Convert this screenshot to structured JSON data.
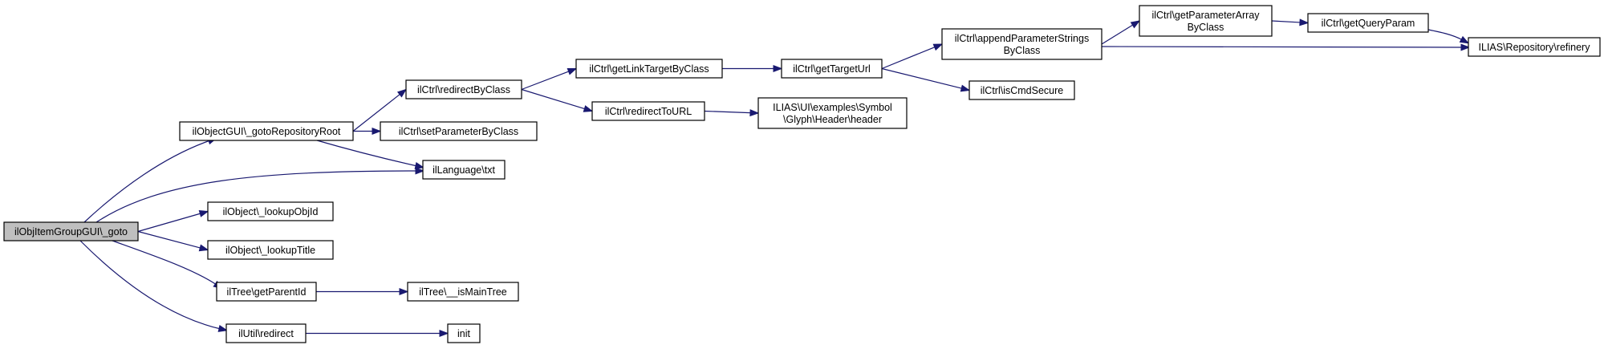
{
  "nodes": [
    {
      "id": "root",
      "lines": [
        "ilObjItemGroupGUI\\_goto"
      ],
      "root": true
    },
    {
      "id": "gotoRepo",
      "lines": [
        "ilObjectGUI\\_gotoRepositoryRoot"
      ]
    },
    {
      "id": "redirectByClass",
      "lines": [
        "ilCtrl\\redirectByClass"
      ]
    },
    {
      "id": "getLinkTargetByClass",
      "lines": [
        "ilCtrl\\getLinkTargetByClass"
      ]
    },
    {
      "id": "getTargetUrl",
      "lines": [
        "ilCtrl\\getTargetUrl"
      ]
    },
    {
      "id": "appendParam",
      "lines": [
        "ilCtrl\\appendParameterStrings",
        "ByClass"
      ]
    },
    {
      "id": "getParamArray",
      "lines": [
        "ilCtrl\\getParameterArray",
        "ByClass"
      ]
    },
    {
      "id": "getQueryParam",
      "lines": [
        "ilCtrl\\getQueryParam"
      ]
    },
    {
      "id": "refinery",
      "lines": [
        "ILIAS\\Repository\\refinery"
      ]
    },
    {
      "id": "isCmdSecure",
      "lines": [
        "ilCtrl\\isCmdSecure"
      ]
    },
    {
      "id": "redirectToURL",
      "lines": [
        "ilCtrl\\redirectToURL"
      ]
    },
    {
      "id": "header",
      "lines": [
        "ILIAS\\UI\\examples\\Symbol",
        "\\Glyph\\Header\\header"
      ]
    },
    {
      "id": "setParam",
      "lines": [
        "ilCtrl\\setParameterByClass"
      ]
    },
    {
      "id": "txt",
      "lines": [
        "ilLanguage\\txt"
      ]
    },
    {
      "id": "lookupObjId",
      "lines": [
        "ilObject\\_lookupObjId"
      ]
    },
    {
      "id": "lookupTitle",
      "lines": [
        "ilObject\\_lookupTitle"
      ]
    },
    {
      "id": "getParentId",
      "lines": [
        "ilTree\\getParentId"
      ]
    },
    {
      "id": "isMainTree",
      "lines": [
        "ilTree\\__isMainTree"
      ]
    },
    {
      "id": "utilRedirect",
      "lines": [
        "ilUtil\\redirect"
      ]
    },
    {
      "id": "init",
      "lines": [
        "init"
      ]
    }
  ],
  "edges": [
    {
      "from": "root",
      "to": "gotoRepo"
    },
    {
      "from": "root",
      "to": "txt"
    },
    {
      "from": "root",
      "to": "lookupObjId"
    },
    {
      "from": "root",
      "to": "lookupTitle"
    },
    {
      "from": "root",
      "to": "getParentId"
    },
    {
      "from": "root",
      "to": "utilRedirect"
    },
    {
      "from": "gotoRepo",
      "to": "redirectByClass"
    },
    {
      "from": "gotoRepo",
      "to": "setParam"
    },
    {
      "from": "gotoRepo",
      "to": "txt"
    },
    {
      "from": "redirectByClass",
      "to": "getLinkTargetByClass"
    },
    {
      "from": "redirectByClass",
      "to": "redirectToURL"
    },
    {
      "from": "getLinkTargetByClass",
      "to": "getTargetUrl"
    },
    {
      "from": "getTargetUrl",
      "to": "appendParam"
    },
    {
      "from": "getTargetUrl",
      "to": "isCmdSecure"
    },
    {
      "from": "appendParam",
      "to": "getParamArray"
    },
    {
      "from": "appendParam",
      "to": "refinery"
    },
    {
      "from": "getParamArray",
      "to": "getQueryParam"
    },
    {
      "from": "getQueryParam",
      "to": "refinery"
    },
    {
      "from": "redirectToURL",
      "to": "header"
    },
    {
      "from": "getParentId",
      "to": "isMainTree"
    },
    {
      "from": "utilRedirect",
      "to": "init"
    }
  ],
  "colors": {
    "edge": "#191970",
    "root_fill": "#bfbfbf",
    "node_fill": "#ffffff",
    "node_stroke": "#000000"
  }
}
